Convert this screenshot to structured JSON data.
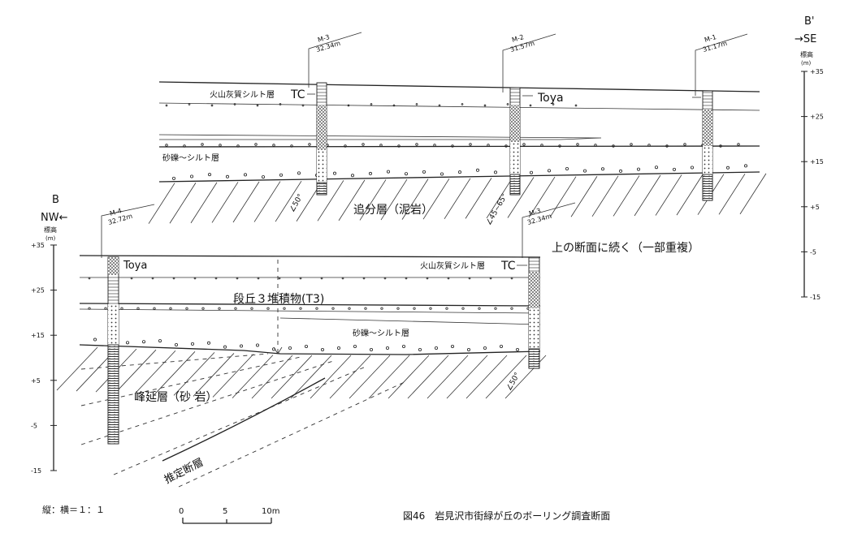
{
  "top_section": {
    "direction_label": "B'",
    "direction_arrow": "→SE",
    "elevation_axis_label": "標高",
    "elevation_axis_unit": "(m)",
    "elevation_ticks": [
      "+35",
      "+25",
      "+15",
      "+5",
      "-5",
      "-15"
    ],
    "boreholes": [
      {
        "id": "M-3",
        "elevation": "32.34m"
      },
      {
        "id": "M-2",
        "elevation": "31.57m"
      },
      {
        "id": "M-1",
        "elevation": "31.17m"
      }
    ],
    "layer_volcanic_silt": "火山灰質シルト層",
    "marker_tc": "TC",
    "marker_toya": "Toya",
    "layer_gravel_silt": "砂礫～シルト層",
    "layer_oiwake": "追分層（泥岩）",
    "dip_1": "∠50°",
    "dip_2": "∠45~65°"
  },
  "bottom_section": {
    "direction_label": "B",
    "direction_arrow": "NW←",
    "elevation_axis_label": "標高",
    "elevation_axis_unit": "(m)",
    "elevation_ticks": [
      "+35",
      "+25",
      "+15",
      "+5",
      "-5",
      "-15"
    ],
    "boreholes": [
      {
        "id": "M-4",
        "elevation": "32.72m"
      },
      {
        "id": "M-3",
        "elevation": "32.34m"
      }
    ],
    "marker_toya": "Toya",
    "layer_volcanic_silt": "火山灰質シルト層",
    "marker_tc": "TC",
    "continuation_note": "上の断面に続く（一部重複）",
    "layer_terrace": "段丘３堆積物(T3)",
    "layer_gravel_silt": "砂礫～シルト層",
    "layer_minenobu": "峰延層（砂 岩）",
    "inferred_fault": "推定断層",
    "dip_3": "∠50°"
  },
  "footer": {
    "scale_ratio": "縦：横＝１：１",
    "scale_ticks": [
      "0",
      "5",
      "10m"
    ],
    "figure_caption": "図46　岩見沢市街緑が丘のボーリング調査断面"
  }
}
